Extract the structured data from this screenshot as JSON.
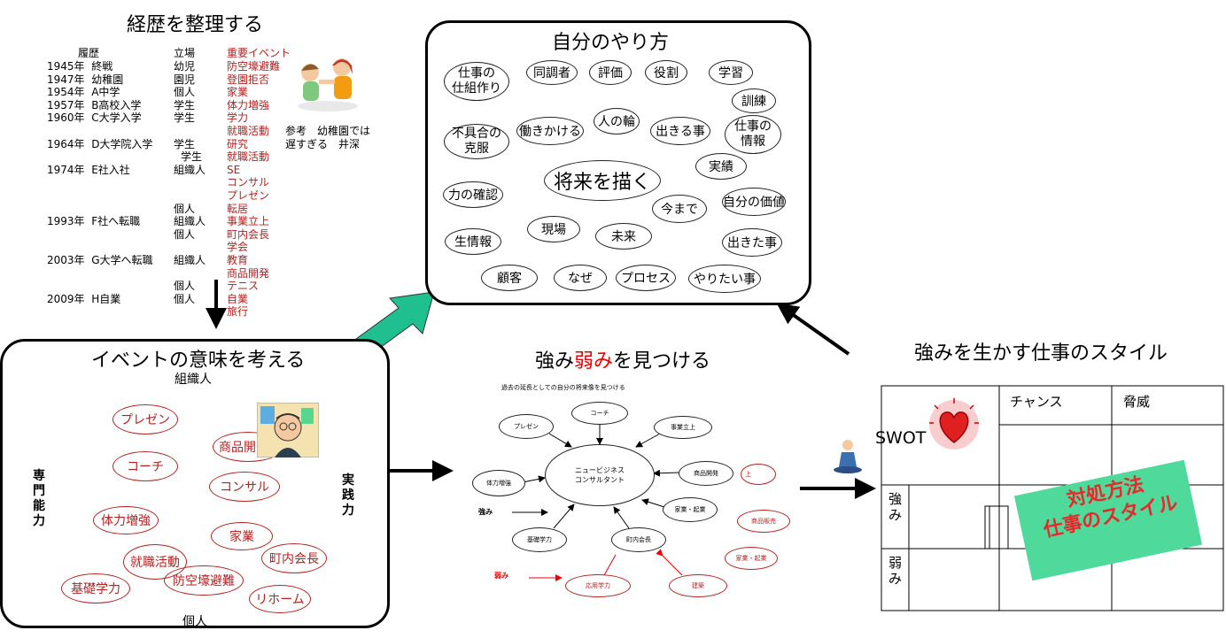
{
  "career": {
    "title": "経歴を整理する",
    "headers": [
      "履歴",
      "立場",
      "重要イベント"
    ],
    "rows": [
      {
        "year": "1945年",
        "event": "終戦"
      },
      {
        "year": "1947年",
        "event": "幼稚園"
      },
      {
        "year": "1954年",
        "event": "A中学"
      },
      {
        "year": "1957年",
        "event": "B高校入学"
      },
      {
        "year": "1960年",
        "event": "C大学入学"
      },
      {
        "year": "1964年",
        "event": "D大学院入学"
      },
      {
        "year": "1974年",
        "event": "E社入社"
      },
      {
        "year": "1993年",
        "event": "F社へ転職"
      },
      {
        "year": "2003年",
        "event": "G大学へ転職"
      },
      {
        "year": "2009年",
        "event": "H自業"
      }
    ],
    "roles": [
      "幼児",
      "園児",
      "個人",
      "学生",
      "学生",
      "学生",
      "学生",
      "組織人",
      "個人",
      "組織人",
      "個人",
      "組織人",
      "個人",
      "個人"
    ],
    "events": [
      "防空壕避難",
      "登園拒否",
      "家業",
      "体力増強",
      "学力",
      "就職活動",
      "研究",
      "就職活動",
      "SE",
      "コンサル",
      "プレゼン",
      "転居",
      "事業立上",
      "町内会長",
      "学会",
      "教育",
      "商品開発",
      "テニス",
      "自業",
      "旅行"
    ],
    "note": "参考　幼稚園では\n遅すぎる　井深"
  },
  "meaning": {
    "title": "イベントの意味を考える",
    "axis_top": "組織人",
    "axis_bottom": "個人",
    "axis_left": "専門能力",
    "axis_right": "実践力",
    "items": [
      "プレゼン",
      "コーチ",
      "商品開発",
      "コンサル",
      "体力増強",
      "家業",
      "就職活動",
      "町内会長",
      "基礎学力",
      "防空壕避難",
      "リホーム"
    ]
  },
  "style": {
    "title": "自分のやり方",
    "center": "将来を描く",
    "nodes": [
      "仕事の\n仕組作り",
      "同調者",
      "評価",
      "役割",
      "学習",
      "訓練",
      "不具合の\n克服",
      "働きかける",
      "人の輪",
      "出きる事",
      "仕事の\n情報",
      "実績",
      "力の確認",
      "今まで",
      "自分の価値",
      "生情報",
      "現場",
      "未来",
      "出きた事",
      "顧客",
      "なぜ",
      "プロセス",
      "やりたい事"
    ]
  },
  "strengths": {
    "title_pre": "強み",
    "title_red": "弱み",
    "title_post": "を見つける",
    "subtitle": "過去の延長としての自分の将来像を見つける",
    "center": "ニュービジネス\nコンサルタント",
    "nodes": [
      "プレゼン",
      "コーチ",
      "事業立上",
      "体力増強",
      "商品開発",
      "家業・起業",
      "基礎学力",
      "町内会長"
    ],
    "weak_nodes": [
      "上",
      "商品販売",
      "家業・起業",
      "応用学力",
      "建築"
    ],
    "strong_label": "強み",
    "weak_label": "弱み"
  },
  "swot": {
    "title": "強みを生かす仕事のスタイル",
    "swot_label": "SWOT",
    "opportunity": "チャンス",
    "threat": "脅威",
    "strength": "強み",
    "weakness": "弱み",
    "callout": "対処方法\n仕事のスタイル"
  },
  "colors": {
    "accent_red": "#b22222",
    "arrow_green": "#1fbf8f",
    "callout_bg": "#4fd99a",
    "callout_text": "#e8282b"
  }
}
